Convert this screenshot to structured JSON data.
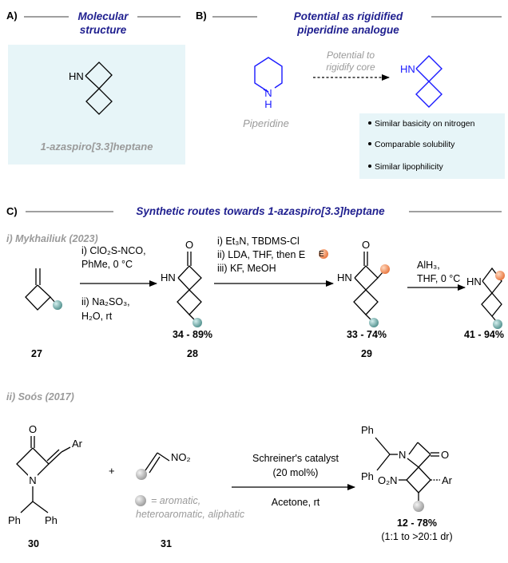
{
  "panel_a": {
    "label": "A)",
    "title_line1": "Molecular",
    "title_line2": "structure",
    "atom_hn": "HN",
    "compound_name": "1-azaspiro[3.3]heptane"
  },
  "panel_b": {
    "label": "B)",
    "title_line1": "Potential as rigidified",
    "title_line2": "piperidine analogue",
    "atom_n": "N",
    "atom_h": "H",
    "piperidine_label": "Piperidine",
    "arrow_line1": "Potential to",
    "arrow_line2": "rigidify core",
    "atom_hn": "HN",
    "properties": [
      "Similar basicity on nitrogen",
      "Comparable solubility",
      "Similar lipophilicity"
    ]
  },
  "panel_c": {
    "label": "C)",
    "title": "Synthetic routes towards 1-azaspiro[3.3]heptane"
  },
  "route_i": {
    "title": "i) Mykhailiuk (2023)",
    "step1_top": [
      "i) ClO₂S-NCO,",
      "PhMe, 0 °C"
    ],
    "step1_bottom": [
      "ii) Na₂SO₃,",
      "H₂O, rt"
    ],
    "step2": [
      "i) Et₃N, TBDMS-Cl",
      "ii) LDA, THF, then E",
      "iii) KF, MeOH"
    ],
    "step3": [
      "AlH₃,",
      "THF, 0 °C"
    ],
    "atom_o": "O",
    "atom_hn": "HN",
    "electrophile_symbol": "E",
    "compounds": [
      {
        "number": "27",
        "yield": ""
      },
      {
        "number": "28",
        "yield": "34 - 89%"
      },
      {
        "number": "29",
        "yield": "33 - 74%"
      },
      {
        "number": "",
        "yield": "41 - 94%"
      }
    ]
  },
  "route_ii": {
    "title": "ii) Soós (2017)",
    "plus": "+",
    "atom_o": "O",
    "atom_n": "N",
    "ar": "Ar",
    "ph": "Ph",
    "no2": "NO₂",
    "o2n": "O₂N",
    "legend": [
      "= aromatic,",
      "heteroaromatic, aliphatic"
    ],
    "conditions_top": [
      "Schreiner's catalyst",
      "(20 mol%)"
    ],
    "conditions_bottom": "Acetone, rt",
    "compounds": [
      {
        "number": "30"
      },
      {
        "number": "31"
      }
    ],
    "product_yield": "12 - 78%",
    "product_dr": "(1:1 to >20:1 dr)"
  },
  "colors": {
    "title_navy": "#1f1f8f",
    "molecule_blue": "#1a1aff",
    "panel_bg": "#e7f5f8",
    "substituent_teal": "#5f9e9c",
    "substituent_orange": "#f08a4b",
    "substituent_grey": "#a7a7a7",
    "label_grey": "#9a9a9a"
  }
}
